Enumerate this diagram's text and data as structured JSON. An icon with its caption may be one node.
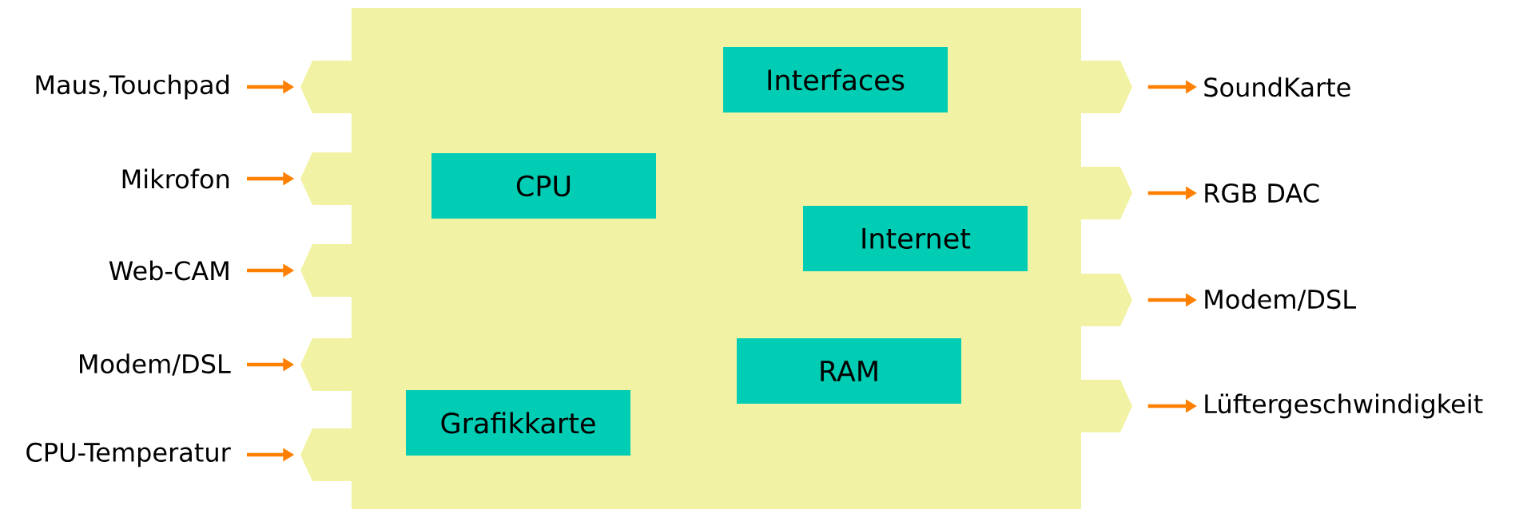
{
  "diagram": {
    "nodes": [
      {
        "text": [],
        "shape": "box"
      },
      {
        "text": [
          "Interfaces"
        ],
        "in": 0
      },
      {
        "text": [
          "CPU"
        ],
        "in": 0
      },
      {
        "text": [
          "Internet"
        ],
        "in": 0
      },
      {
        "text": [
          "RAM"
        ],
        "in": 0
      },
      {
        "text": [
          "Grafikkarte"
        ],
        "in": 0
      },
      {
        "text": [
          "Maus,Touchpad"
        ]
      },
      {
        "text": [
          "Mikrofon"
        ]
      },
      {
        "text": [
          "Web-CAM"
        ]
      },
      {
        "text": [
          "Modem/DSL"
        ]
      },
      {
        "text": [
          "CPU-Temperatur"
        ]
      },
      {
        "text": [
          "SoundKarte"
        ]
      },
      {
        "text": [
          "RGB DAC"
        ]
      },
      {
        "text": [
          "Modem/DSL"
        ]
      },
      {
        "text": [
          "Lüftergeschwindigkeit"
        ]
      }
    ],
    "edges": [
      {
        "from": 6,
        "to": 0,
        "arrow": "to"
      },
      {
        "from": 7,
        "to": 0,
        "arrow": "to"
      },
      {
        "from": 8,
        "to": 0,
        "arrow": "to"
      },
      {
        "from": 9,
        "to": 0,
        "arrow": "to"
      },
      {
        "from": 10,
        "to": 0,
        "arrow": "to"
      },
      {
        "from": 0,
        "to": 11,
        "arrow": "to"
      },
      {
        "from": 0,
        "to": 12,
        "arrow": "to"
      },
      {
        "from": 0,
        "to": 13,
        "arrow": "to"
      },
      {
        "from": 0,
        "to": 14,
        "arrow": "to"
      }
    ]
  }
}
